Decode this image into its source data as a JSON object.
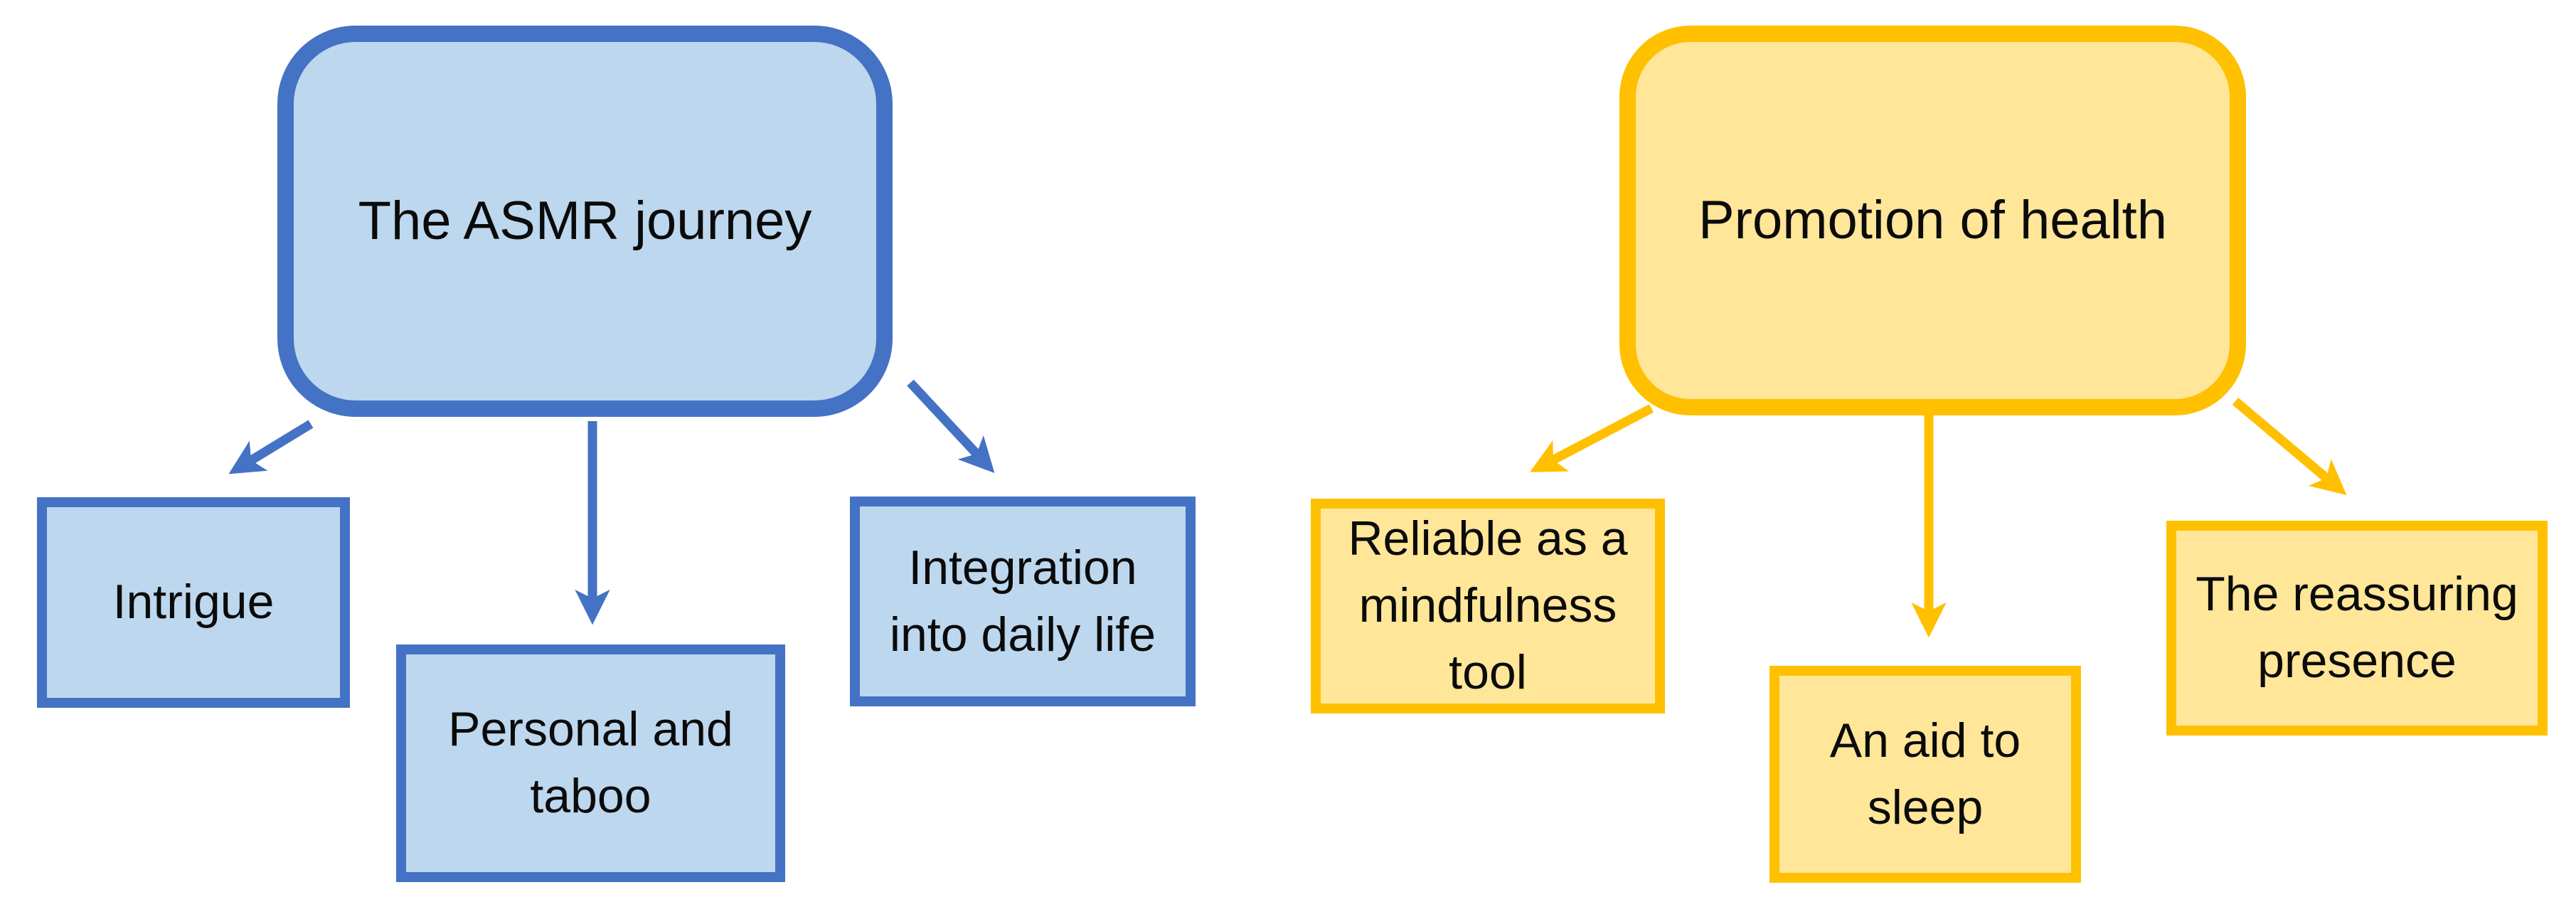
{
  "diagram": {
    "background_color": "#ffffff",
    "clusters": [
      {
        "id": "asmr-journey",
        "theme": {
          "fill": "#BDD7EE",
          "border": "#4472C4"
        },
        "root": {
          "label": "The ASMR journey"
        },
        "children": [
          {
            "label": "Intrigue"
          },
          {
            "label": "Personal and\ntaboo"
          },
          {
            "label": "Integration\ninto daily life"
          }
        ]
      },
      {
        "id": "promotion-of-health",
        "theme": {
          "fill": "#FFE699",
          "border": "#FFC000"
        },
        "root": {
          "label": "Promotion of health"
        },
        "children": [
          {
            "label": "Reliable as a\nmindfulness\ntool"
          },
          {
            "label": "An aid to\nsleep"
          },
          {
            "label": "The reassuring\npresence"
          }
        ]
      }
    ]
  }
}
